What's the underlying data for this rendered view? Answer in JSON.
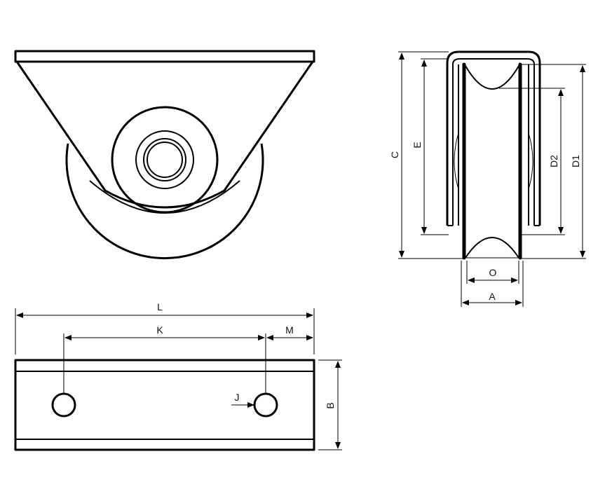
{
  "colors": {
    "line": "#000000",
    "background": "#ffffff"
  },
  "labels": {
    "L": "L",
    "K": "K",
    "M": "M",
    "J": "J",
    "B": "B",
    "C": "C",
    "E": "E",
    "D2": "D2",
    "D1": "D1",
    "O": "O",
    "A": "A"
  }
}
